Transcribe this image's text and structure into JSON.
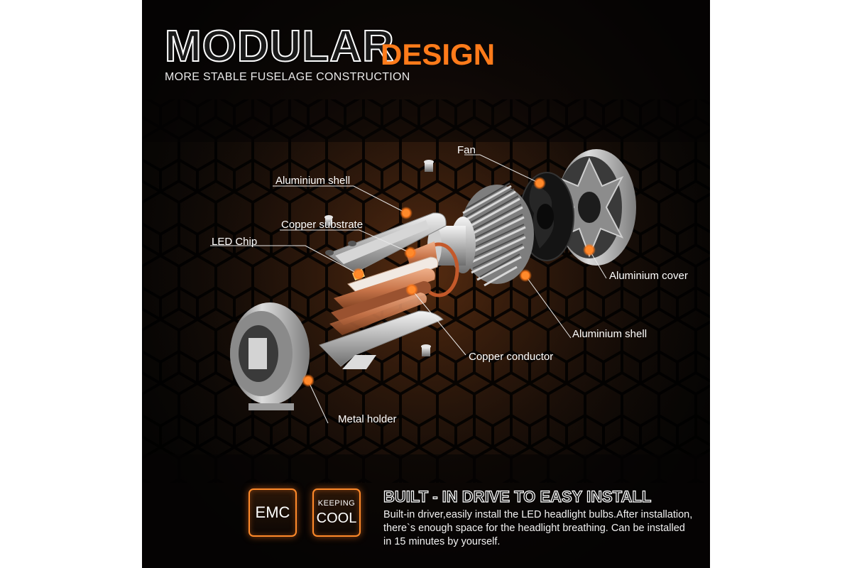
{
  "header": {
    "title_main": "MODULAR",
    "title_accent": "DESIGN",
    "subtitle": "MORE STABLE FUSELAGE CONSTRUCTION"
  },
  "parts": {
    "fan": "Fan",
    "aluminium_shell_top": "Aluminium shell",
    "copper_substrate": "Copper substrate",
    "led_chip": "LED Chip",
    "aluminium_cover": "Aluminium cover",
    "aluminium_shell_bottom": "Aluminium shell",
    "copper_conductor": "Copper conductor",
    "metal_holder": "Metal holder"
  },
  "badges": {
    "emc": "EMC",
    "keeping": "KEEPING",
    "cool": "COOL"
  },
  "feature": {
    "title": "BUILT - IN DRIVE TO EASY INSTALL",
    "description": "Built-in driver,easily install the LED headlight bulbs.After installation, there`s enough space for the headlight breathing. Can be installed in 15 minutes by yourself."
  },
  "colors": {
    "accent": "#ff7b1a",
    "background": "#0a0604",
    "copper": "#c8754a"
  }
}
